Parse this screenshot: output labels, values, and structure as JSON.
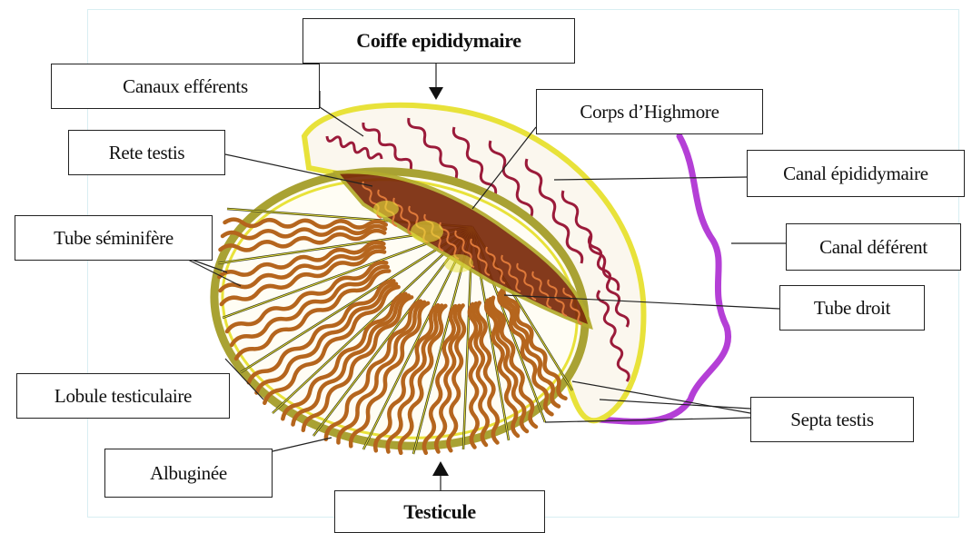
{
  "labels": {
    "coiffe": "Coiffe epididymaire",
    "canaux_efferents": "Canaux efférents",
    "corps_highmore": "Corps d’Highmore",
    "rete_testis": "Rete testis",
    "canal_epididymaire": "Canal épididymaire",
    "tube_seminifere": "Tube séminifère",
    "canal_deferent": "Canal déférent",
    "tube_droit": "Tube droit",
    "lobule_testiculaire": "Lobule testiculaire",
    "septa_testis": "Septa testis",
    "albuginee": "Albuginée",
    "testicule": "Testicule"
  },
  "colors": {
    "capsule": "#e8e23a",
    "tubules": "#b5651d",
    "epididymis": "#9b1b3a",
    "rete": "#7a2a0a",
    "canal_deferent": "#b43fd6",
    "septa": "#3a3a1a"
  }
}
